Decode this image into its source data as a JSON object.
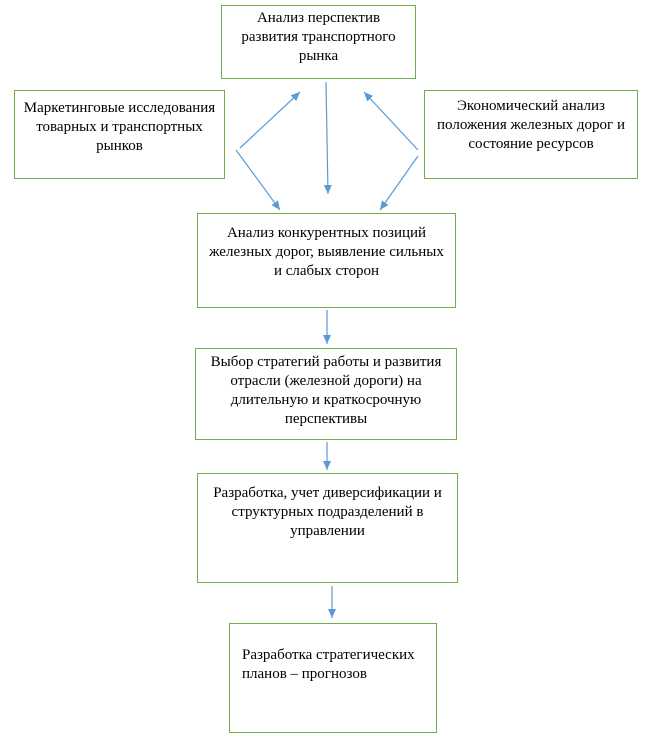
{
  "diagram": {
    "colors": {
      "box_border": "#70ad47",
      "arrow": "#5b9bd5"
    },
    "nodes": {
      "market_analysis": "Анализ перспектив развития транспортного рынка",
      "marketing": "Маркетинговые исследования товарных и транспортных рынков",
      "economic": "Экономический анализ положения железных дорог и состояние ресурсов",
      "competitive": "Анализ конкурентных позиций железных дорог, выявление сильных и слабых сторон",
      "strategy": "Выбор стратегий работы и развития отрасли (железной дороги) на длительную и краткосрочную перспективы",
      "diversification": "Разработка, учет диверсификации и структурных подразделений в управлении",
      "plans": "Разработка стратегических планов – прогнозов"
    },
    "edges": [
      {
        "from": "marketing",
        "to": "market_analysis"
      },
      {
        "from": "economic",
        "to": "market_analysis"
      },
      {
        "from": "market_analysis",
        "to": "competitive"
      },
      {
        "from": "marketing",
        "to": "competitive"
      },
      {
        "from": "economic",
        "to": "competitive"
      },
      {
        "from": "competitive",
        "to": "strategy"
      },
      {
        "from": "strategy",
        "to": "diversification"
      },
      {
        "from": "diversification",
        "to": "plans"
      }
    ]
  }
}
